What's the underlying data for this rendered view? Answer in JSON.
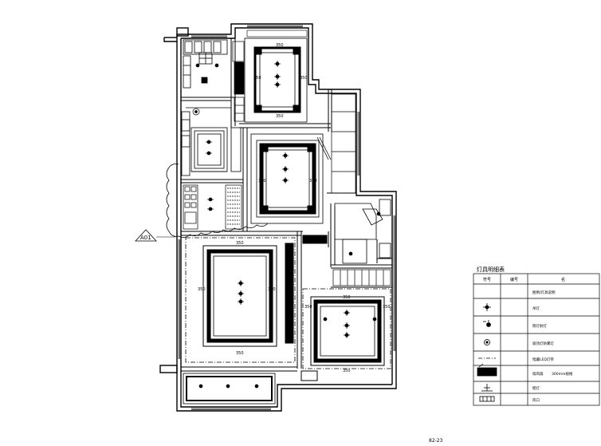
{
  "drawing": {
    "section_marker": "A01",
    "page_number": "82-23",
    "dimension_value": "350"
  },
  "legend": {
    "title": "灯具明细表",
    "headers": [
      "符号",
      "编号",
      "名"
    ],
    "rows": [
      {
        "symbol_icon": "none",
        "name": "图例/灯具说明"
      },
      {
        "symbol_icon": "pendant-lamp-icon",
        "name": "吊灯"
      },
      {
        "symbol_icon": "spotlight-icon",
        "name": "筒灯射灯"
      },
      {
        "symbol_icon": "ceiling-lamp-icon",
        "name": "吸顶灯防雾灯"
      },
      {
        "symbol_icon": "led-strip-icon",
        "name": "暗藏LED灯带"
      },
      {
        "symbol_icon": "exhaust-fan-icon",
        "name": "排风扇",
        "note": "300mm规格"
      },
      {
        "symbol_icon": "wall-lamp-icon",
        "name": "壁灯"
      },
      {
        "symbol_icon": "vent-icon",
        "name": "风口"
      }
    ]
  }
}
